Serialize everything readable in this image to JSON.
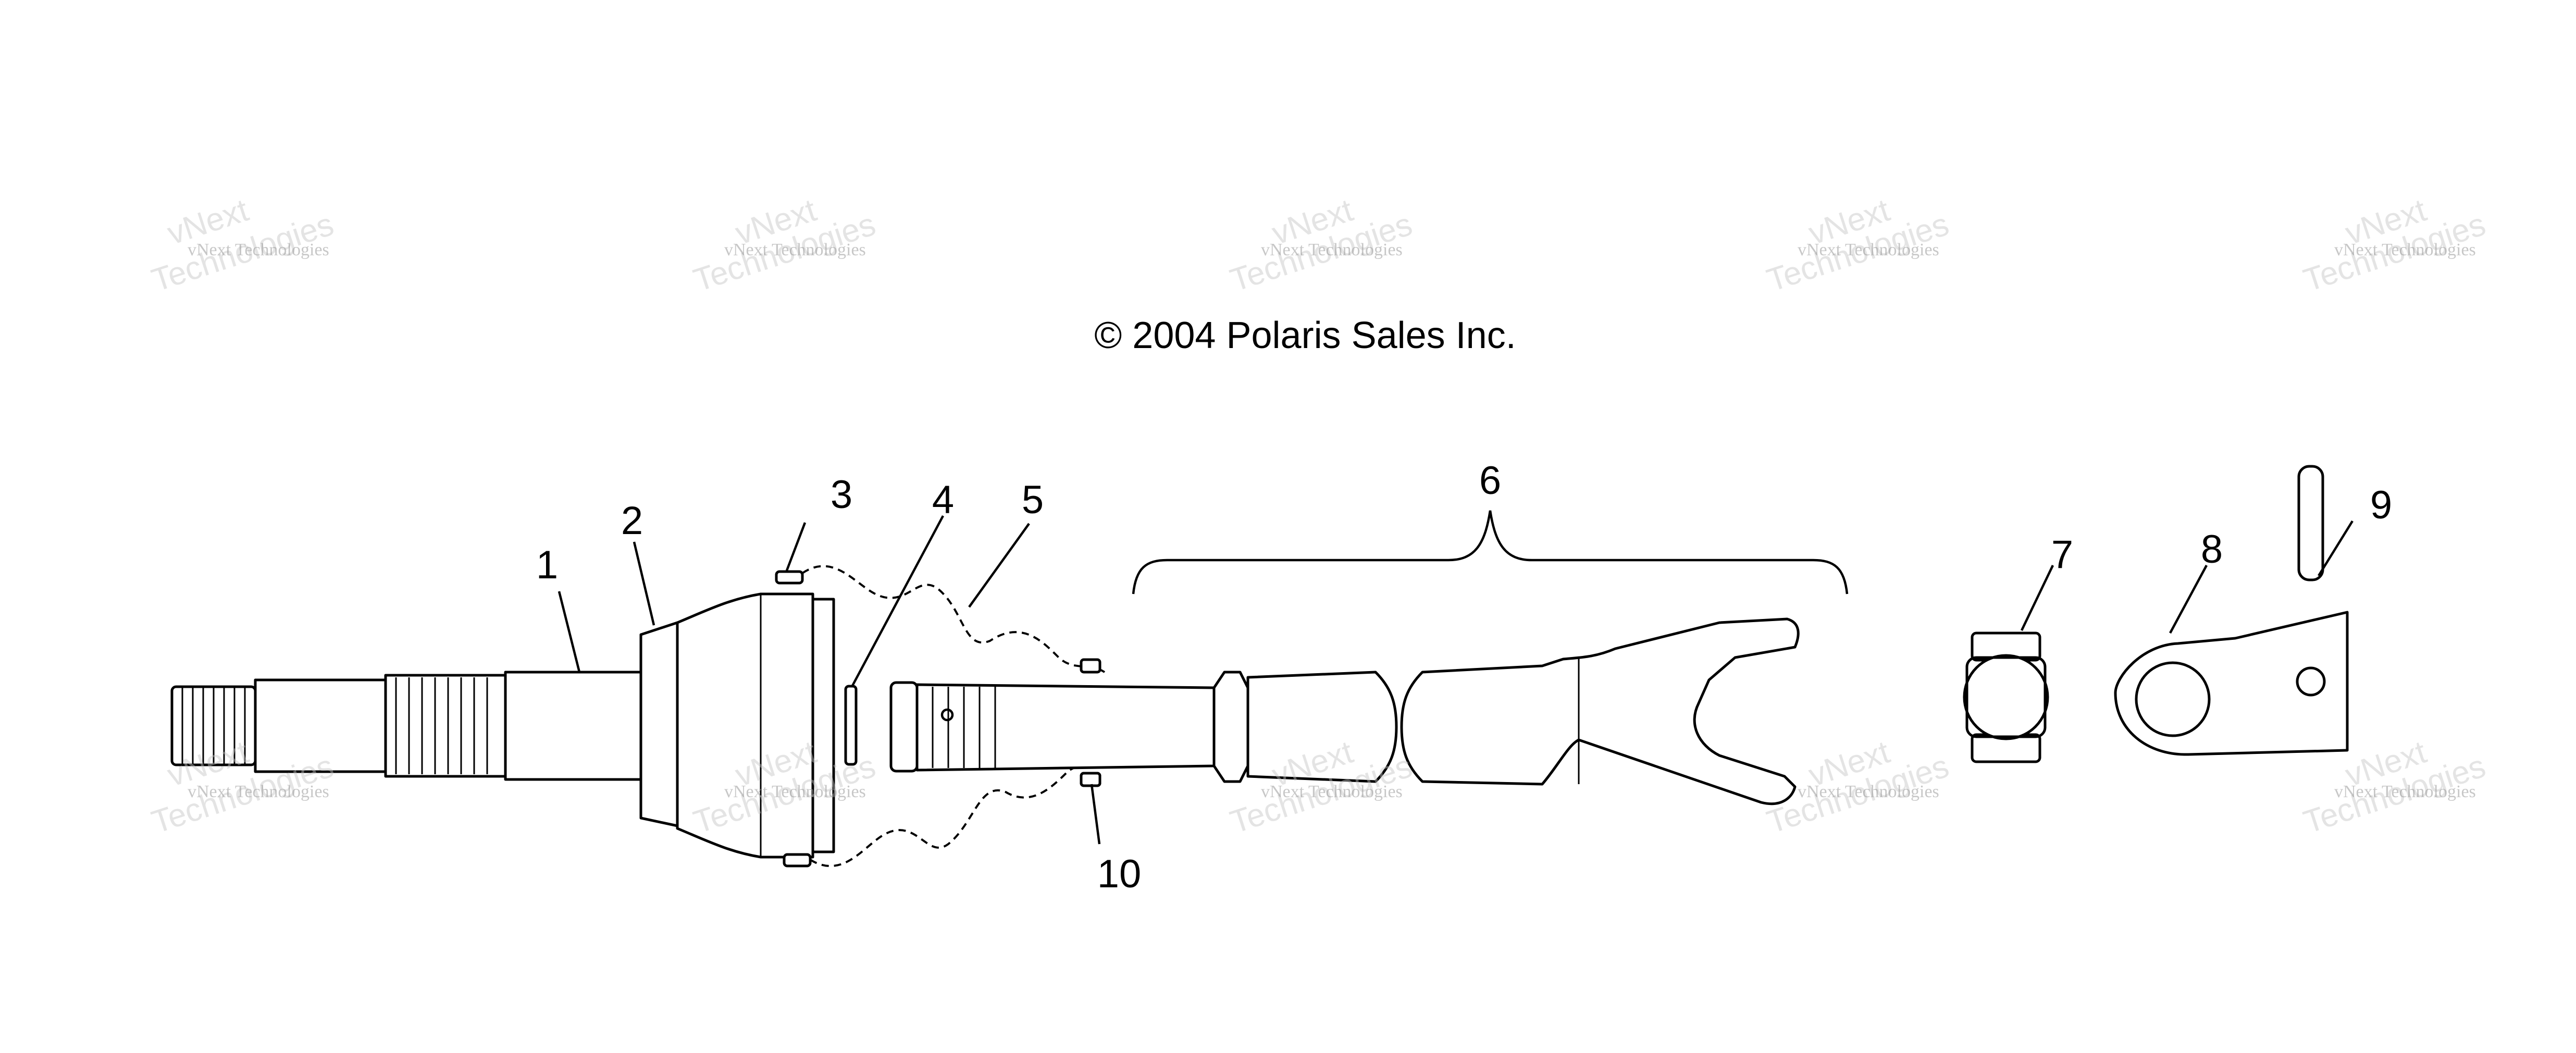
{
  "copyright": "© 2004 Polaris Sales Inc.",
  "watermark": {
    "line1": "vNext Technologies",
    "line2": "vNext",
    "line3": "Technologies"
  },
  "callouts": [
    "1",
    "2",
    "3",
    "4",
    "5",
    "6",
    "7",
    "8",
    "9",
    "10"
  ]
}
